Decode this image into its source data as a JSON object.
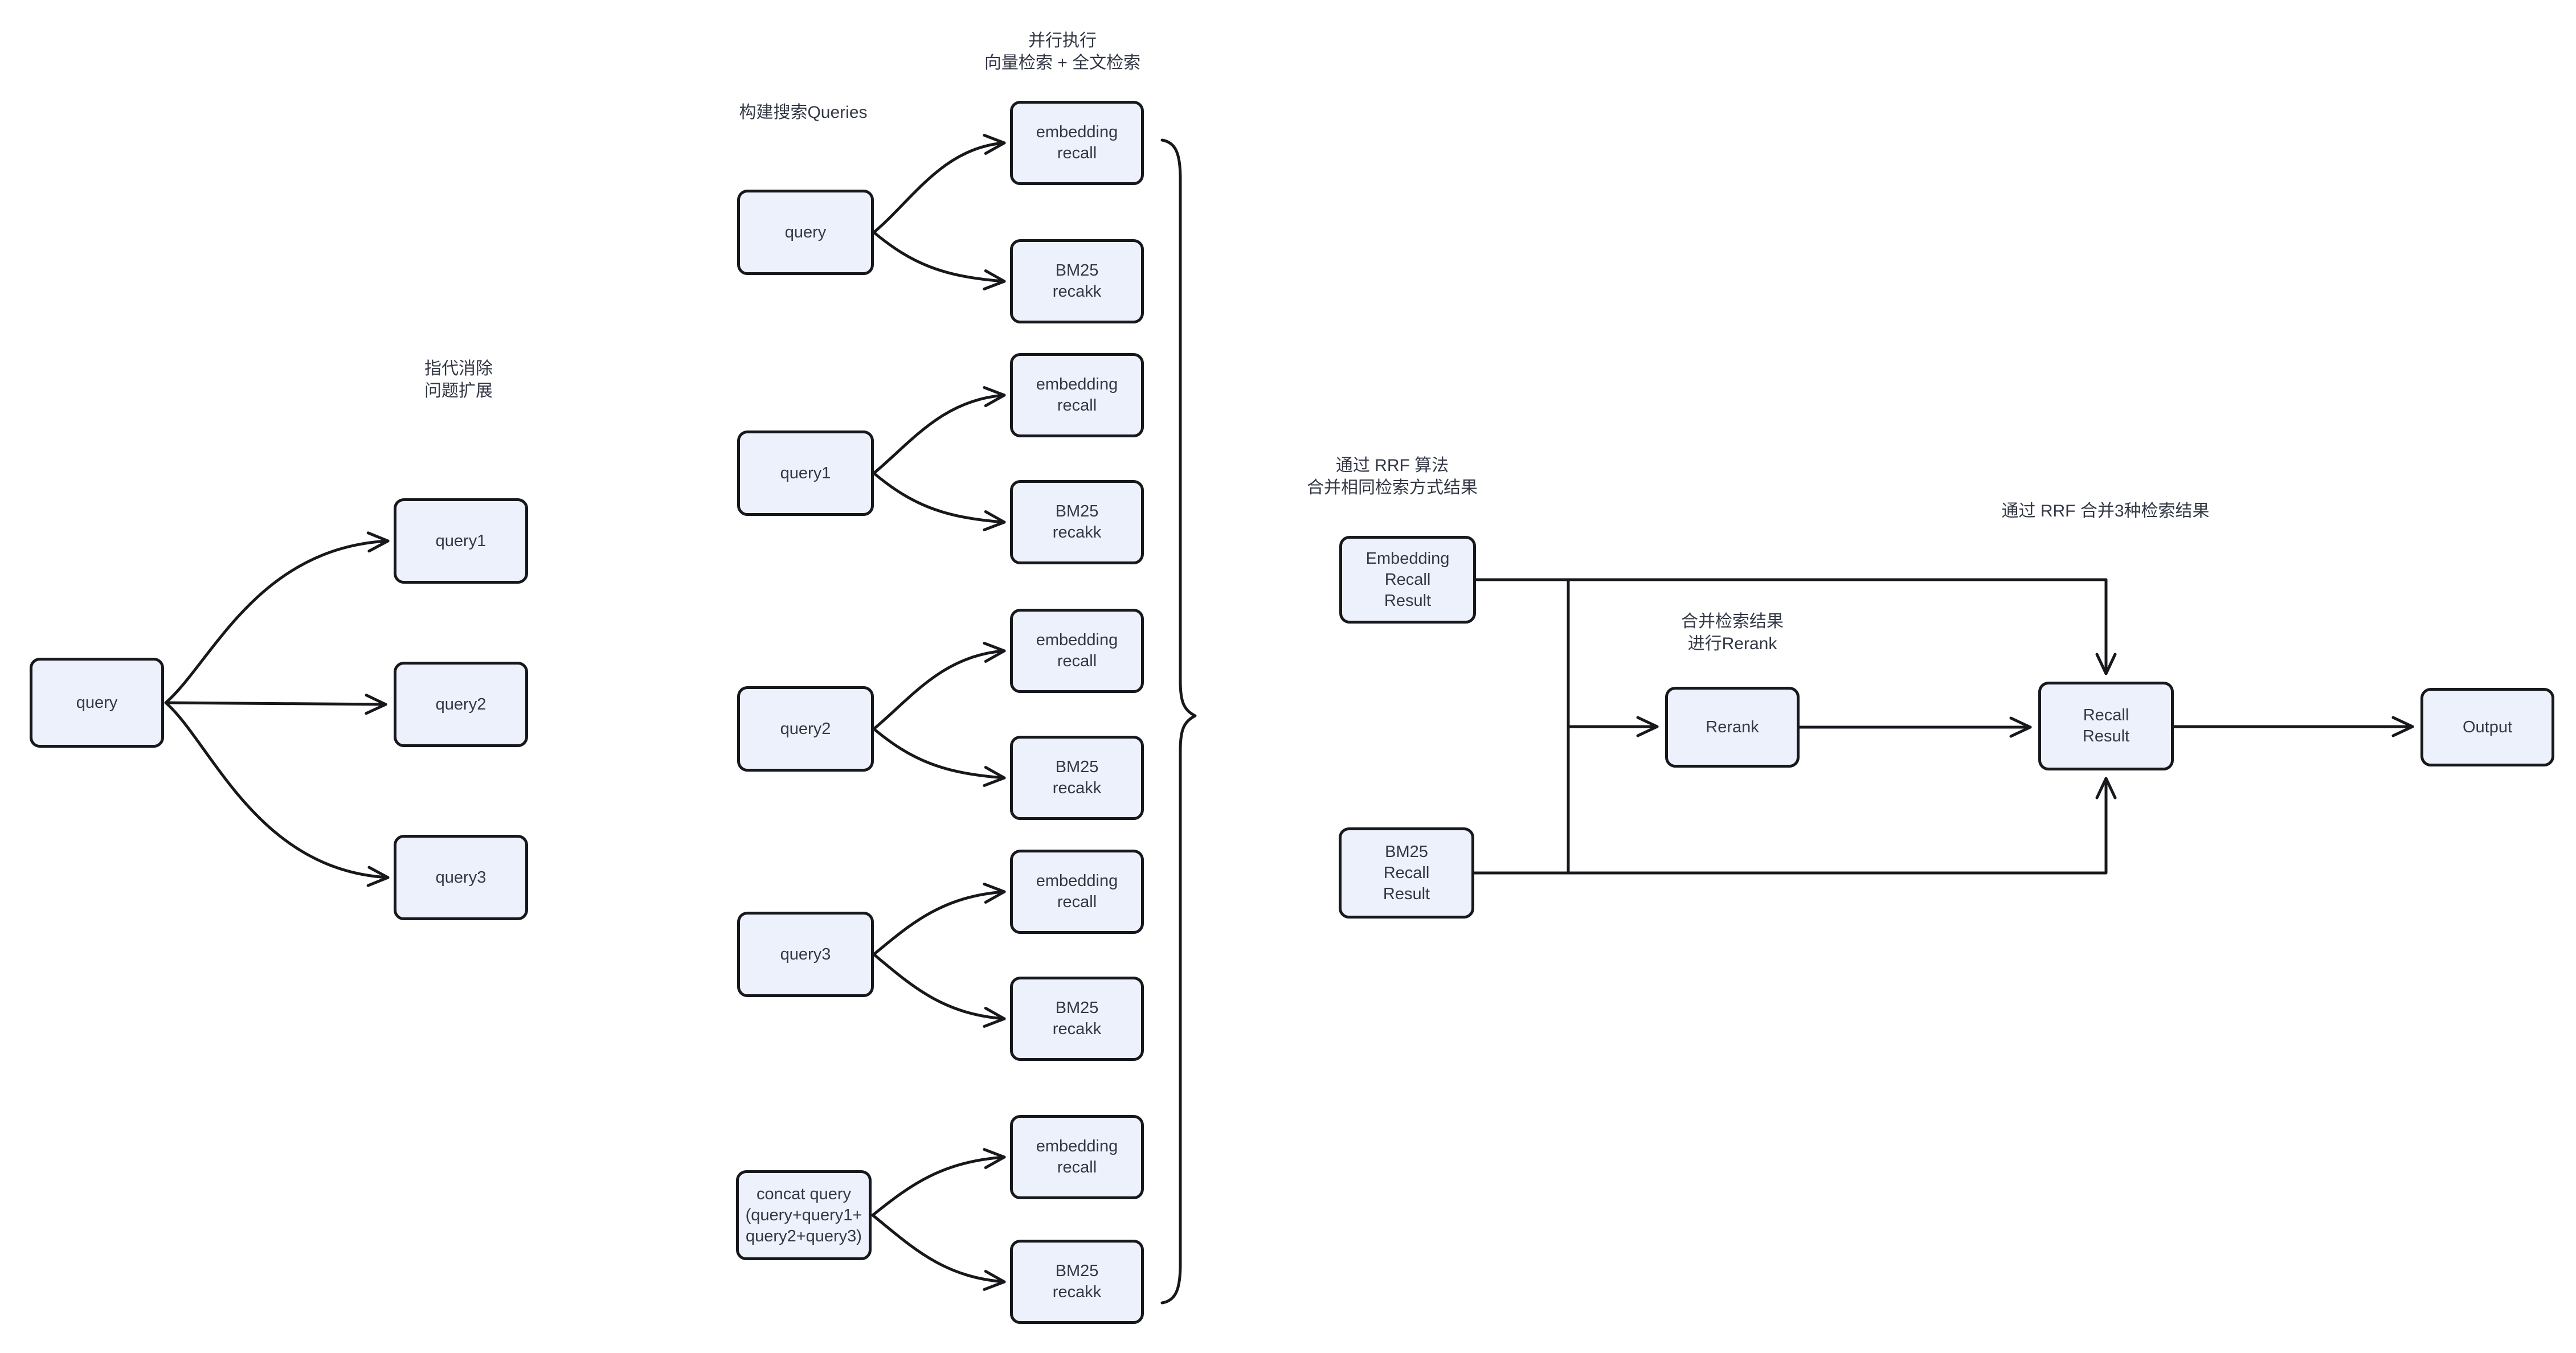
{
  "palette": {
    "background": "#ffffff",
    "node_fill": "#edf1fb",
    "node_border": "#17181c",
    "line_color": "#17181c",
    "text_color": "#333845"
  },
  "annotations": {
    "parallel": "并行执行\n向量检索 + 全文检索",
    "build_queries": "构建搜索Queries",
    "coref_expand": "指代消除\n问题扩展",
    "rrf_same": "通过 RRF 算法\n合并相同检索方式结果",
    "rrf_merge3": "通过 RRF 合并3种检索结果",
    "merge_rerank": "合并检索结果\n进行Rerank"
  },
  "nodes": {
    "left_query": "query",
    "left_query1": "query1",
    "left_query2": "query2",
    "left_query3": "query3",
    "mid_query": "query",
    "mid_query1": "query1",
    "mid_query2": "query2",
    "mid_query3": "query3",
    "concat_query": "concat query\n(query+query1+\nquery2+query3)",
    "embedding_recall": "embedding\nrecall",
    "bm25_recall": "BM25\nrecakk",
    "embedding_result": "Embedding\nRecall\nResult",
    "bm25_result": "BM25\nRecall\nResult",
    "rerank": "Rerank",
    "recall_result": "Recall\nResult",
    "output": "Output"
  }
}
